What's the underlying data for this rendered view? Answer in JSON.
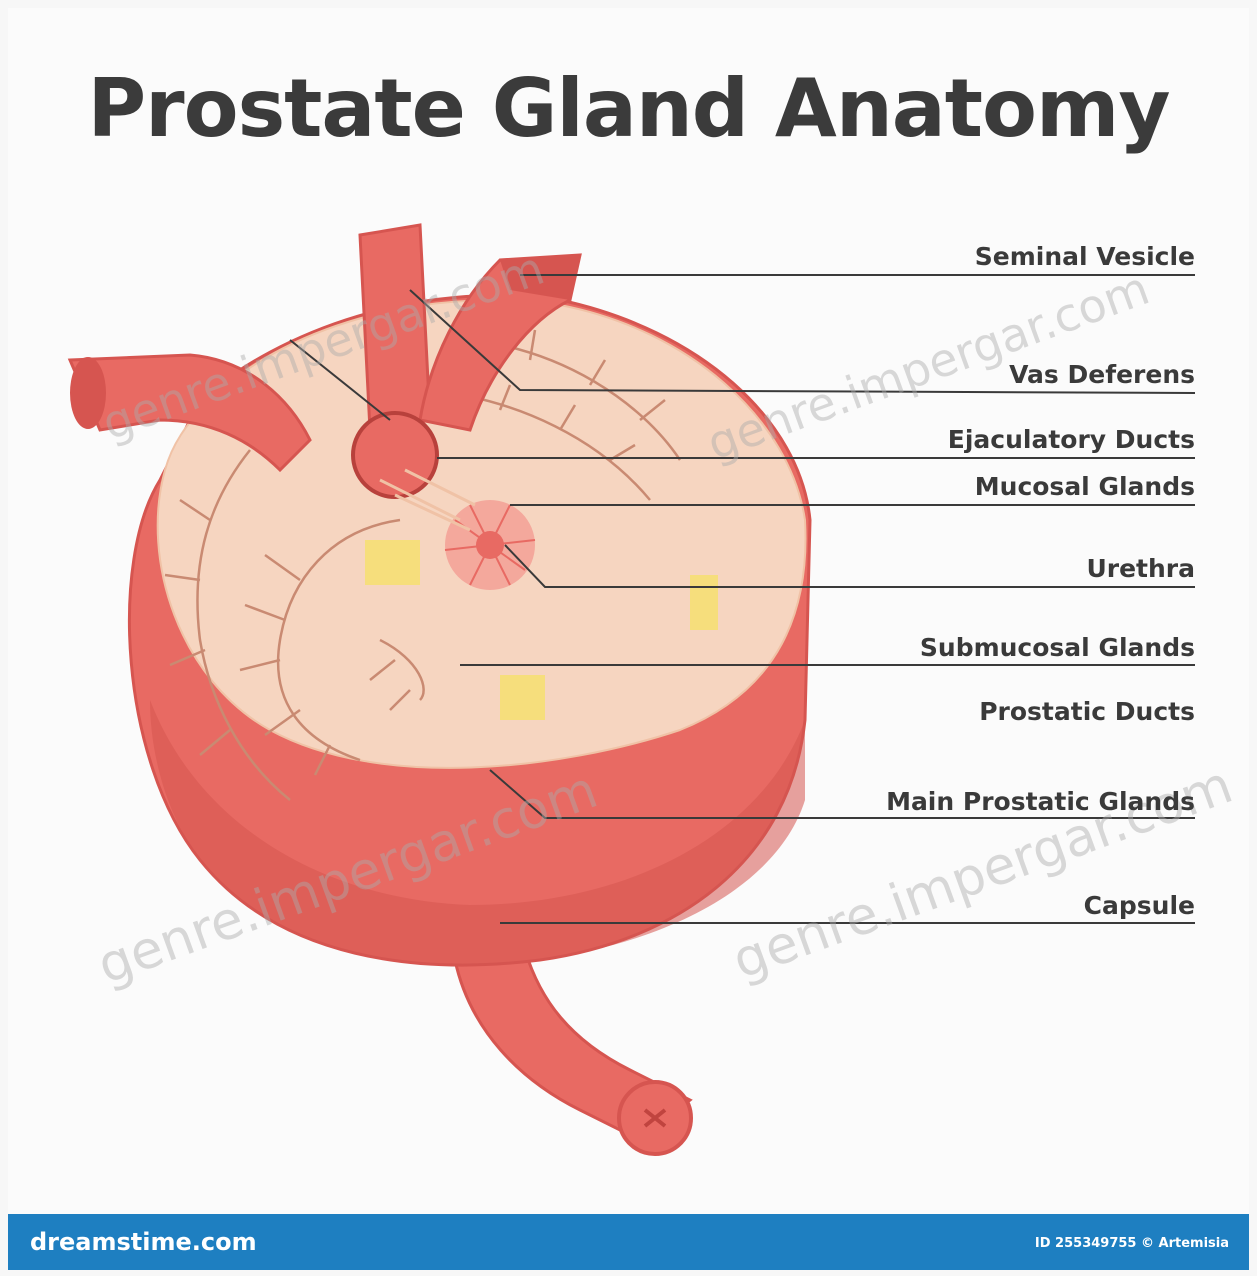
{
  "title": "Prostate Gland Anatomy",
  "labels": {
    "seminal_vesicle": "Seminal Vesicle",
    "vas_deferens": "Vas Deferens",
    "ejaculatory_ducts": "Ejaculatory Ducts",
    "mucosal_glands": "Mucosal Glands",
    "urethra": "Urethra",
    "submucosal_glands": "Submucosal Glands",
    "prostatic_ducts": "Prostatic Ducts",
    "main_prostatic_glands": "Main Prostatic Glands",
    "capsule": "Capsule"
  },
  "watermark": "genre.impergar.com",
  "footer": {
    "site": "dreamstime.com",
    "id_text": "ID 255349755 © Artemisia"
  },
  "colors": {
    "capsule": "#e86a63",
    "capsule_dark": "#d65550",
    "cut_surface": "#f6d5c0",
    "duct": "#c98a72",
    "yellow": "#f6e06a",
    "footer": "#1e7fc1"
  }
}
